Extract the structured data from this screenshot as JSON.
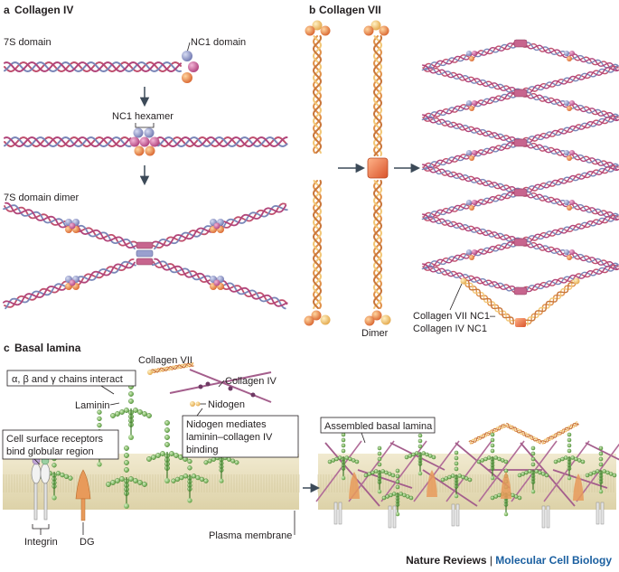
{
  "panels": {
    "a": {
      "letter": "a",
      "title": "Collagen IV"
    },
    "b": {
      "letter": "b",
      "title": "Collagen VII"
    },
    "c": {
      "letter": "c",
      "title": "Basal lamina"
    }
  },
  "panel_a": {
    "label_7s": "7S domain",
    "label_nc1": "NC1 domain",
    "label_hexamer": "NC1 hexamer",
    "label_dimer": "7S domain dimer"
  },
  "panel_b": {
    "label_dimer": "Dimer",
    "label_nc1_line1": "Collagen VII NC1–",
    "label_nc1_line2": "Collagen IV NC1"
  },
  "panel_c": {
    "collagen_vii": "Collagen VII",
    "collagen_iv": "Collagen IV",
    "chains_box": "α, β and γ chains interact",
    "laminin": "Laminin",
    "nidogen": "Nidogen",
    "nidogen_box_l1": "Nidogen mediates",
    "nidogen_box_l2": "laminin–collagen IV",
    "nidogen_box_l3": "binding",
    "receptor_box_l1": "Cell surface receptors",
    "receptor_box_l2": "bind globular region",
    "assembled_box": "Assembled basal lamina",
    "integrin": "Integrin",
    "dg": "DG",
    "membrane": "Plasma membrane"
  },
  "credit": {
    "journal": "Nature Reviews",
    "separator": " | ",
    "subject": "Molecular Cell Biology"
  },
  "colors": {
    "triple_red": "#c0506e",
    "triple_blue": "#7a86b8",
    "coll7_orange": "#e0914a",
    "coll7_yellow": "#f2c777",
    "nc1_blue": "#8d93c8",
    "nc1_pink": "#c75b95",
    "nc1_orange": "#e67d45",
    "laminin_green": "#6ab04c",
    "membrane": "#e6dcb8",
    "dg_orange": "#e89a5a",
    "arrow": "#3c4a58"
  }
}
